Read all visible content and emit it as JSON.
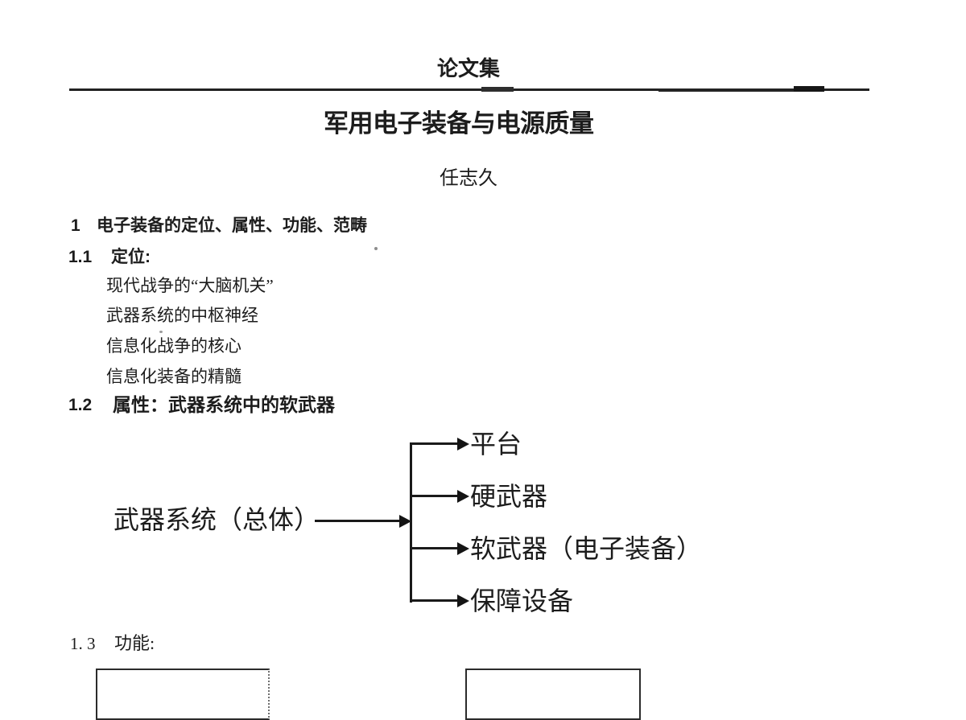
{
  "page": {
    "collection_header": "论文集",
    "title": "军用电子装备与电源质量",
    "author": "任志久",
    "ink_color": "#1c1c1c"
  },
  "sections": {
    "s1": {
      "num": "1",
      "heading": "电子装备的定位、属性、功能、范畴"
    },
    "s1_1": {
      "num": "1.1",
      "heading": "定位:",
      "items": [
        "现代战争的“大脑机关”",
        "武器系统的中枢神经",
        "信息化战争的核心",
        "信息化装备的精髓"
      ]
    },
    "s1_2": {
      "num": "1.2",
      "heading": "属性：武器系统中的软武器"
    },
    "s1_3": {
      "num": "1. 3",
      "heading": "功能:"
    }
  },
  "diagram": {
    "root": "武器系统（总体）",
    "branches": [
      "平台",
      "硬武器",
      "软武器（电子装备）",
      "保障设备"
    ]
  }
}
